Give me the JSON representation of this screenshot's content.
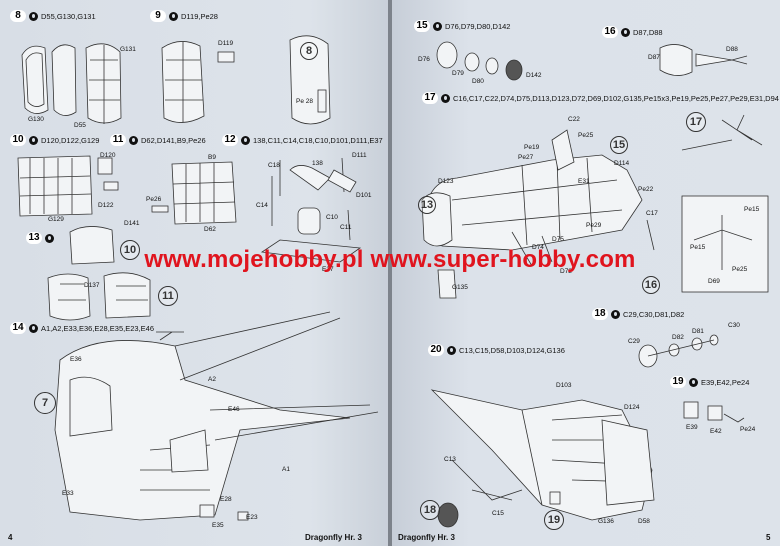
{
  "watermark": "www.mojehobby.pl www.super-hobby.com",
  "left_page": {
    "page_number": "4",
    "footer_title": "Dragonfly Hr. 3",
    "steps": [
      {
        "num": "8",
        "parts": "D55,G130,G131"
      },
      {
        "num": "9",
        "parts": "D119,Pe28"
      },
      {
        "num": "10",
        "parts": "D120,D122,G129"
      },
      {
        "num": "11",
        "parts": "D62,D141,B9,Pe26"
      },
      {
        "num": "12",
        "parts": "138,C11,C14,C18,C10,D101,D111,E37"
      },
      {
        "num": "13",
        "parts": ""
      },
      {
        "num": "14",
        "parts": "A1,A2,E33,E36,E28,E35,E23,E46"
      }
    ],
    "labels": [
      "G131",
      "G130",
      "D55",
      "D119",
      "Pe 28",
      "8",
      "D120",
      "D122",
      "G129",
      "D141",
      "Pe26",
      "B9",
      "D62",
      "138",
      "C18",
      "D111",
      "C14",
      "D101",
      "C10",
      "C11",
      "E37",
      "D137",
      "10",
      "11",
      "A2",
      "E36",
      "E46",
      "7",
      "A1",
      "E33",
      "E28",
      "E35",
      "E23"
    ]
  },
  "right_page": {
    "page_number": "5",
    "footer_title": "Dragonfly Hr. 3",
    "steps": [
      {
        "num": "15",
        "parts": "D76,D79,D80,D142"
      },
      {
        "num": "16",
        "parts": "D87,D88"
      },
      {
        "num": "17",
        "parts": "C16,C17,C22,D74,D75,D113,D123,D72,D69,D102,G135,Pe15x3,Pe19,Pe25,Pe27,Pe29,E31,D94"
      },
      {
        "num": "18",
        "parts": "C29,C30,D81,D82"
      },
      {
        "num": "19",
        "parts": "E39,E42,Pe24"
      },
      {
        "num": "20",
        "parts": "C13,C15,D58,D103,D124,G136"
      }
    ],
    "labels": [
      "D76",
      "D79",
      "D80",
      "D142",
      "D87",
      "D88",
      "C22",
      "Pe25",
      "Pe19",
      "Pe27",
      "15",
      "D114",
      "D123",
      "E31",
      "Pe22",
      "13",
      "C17",
      "D75",
      "Pe29",
      "D74",
      "D72",
      "G135",
      "16",
      "17",
      "Pe15",
      "Pe15",
      "Pe25",
      "D69",
      "D82",
      "D81",
      "C30",
      "C29",
      "D103",
      "D124",
      "C13",
      "C15",
      "G136",
      "D58",
      "18",
      "19",
      "E39",
      "E42",
      "Pe24"
    ]
  }
}
